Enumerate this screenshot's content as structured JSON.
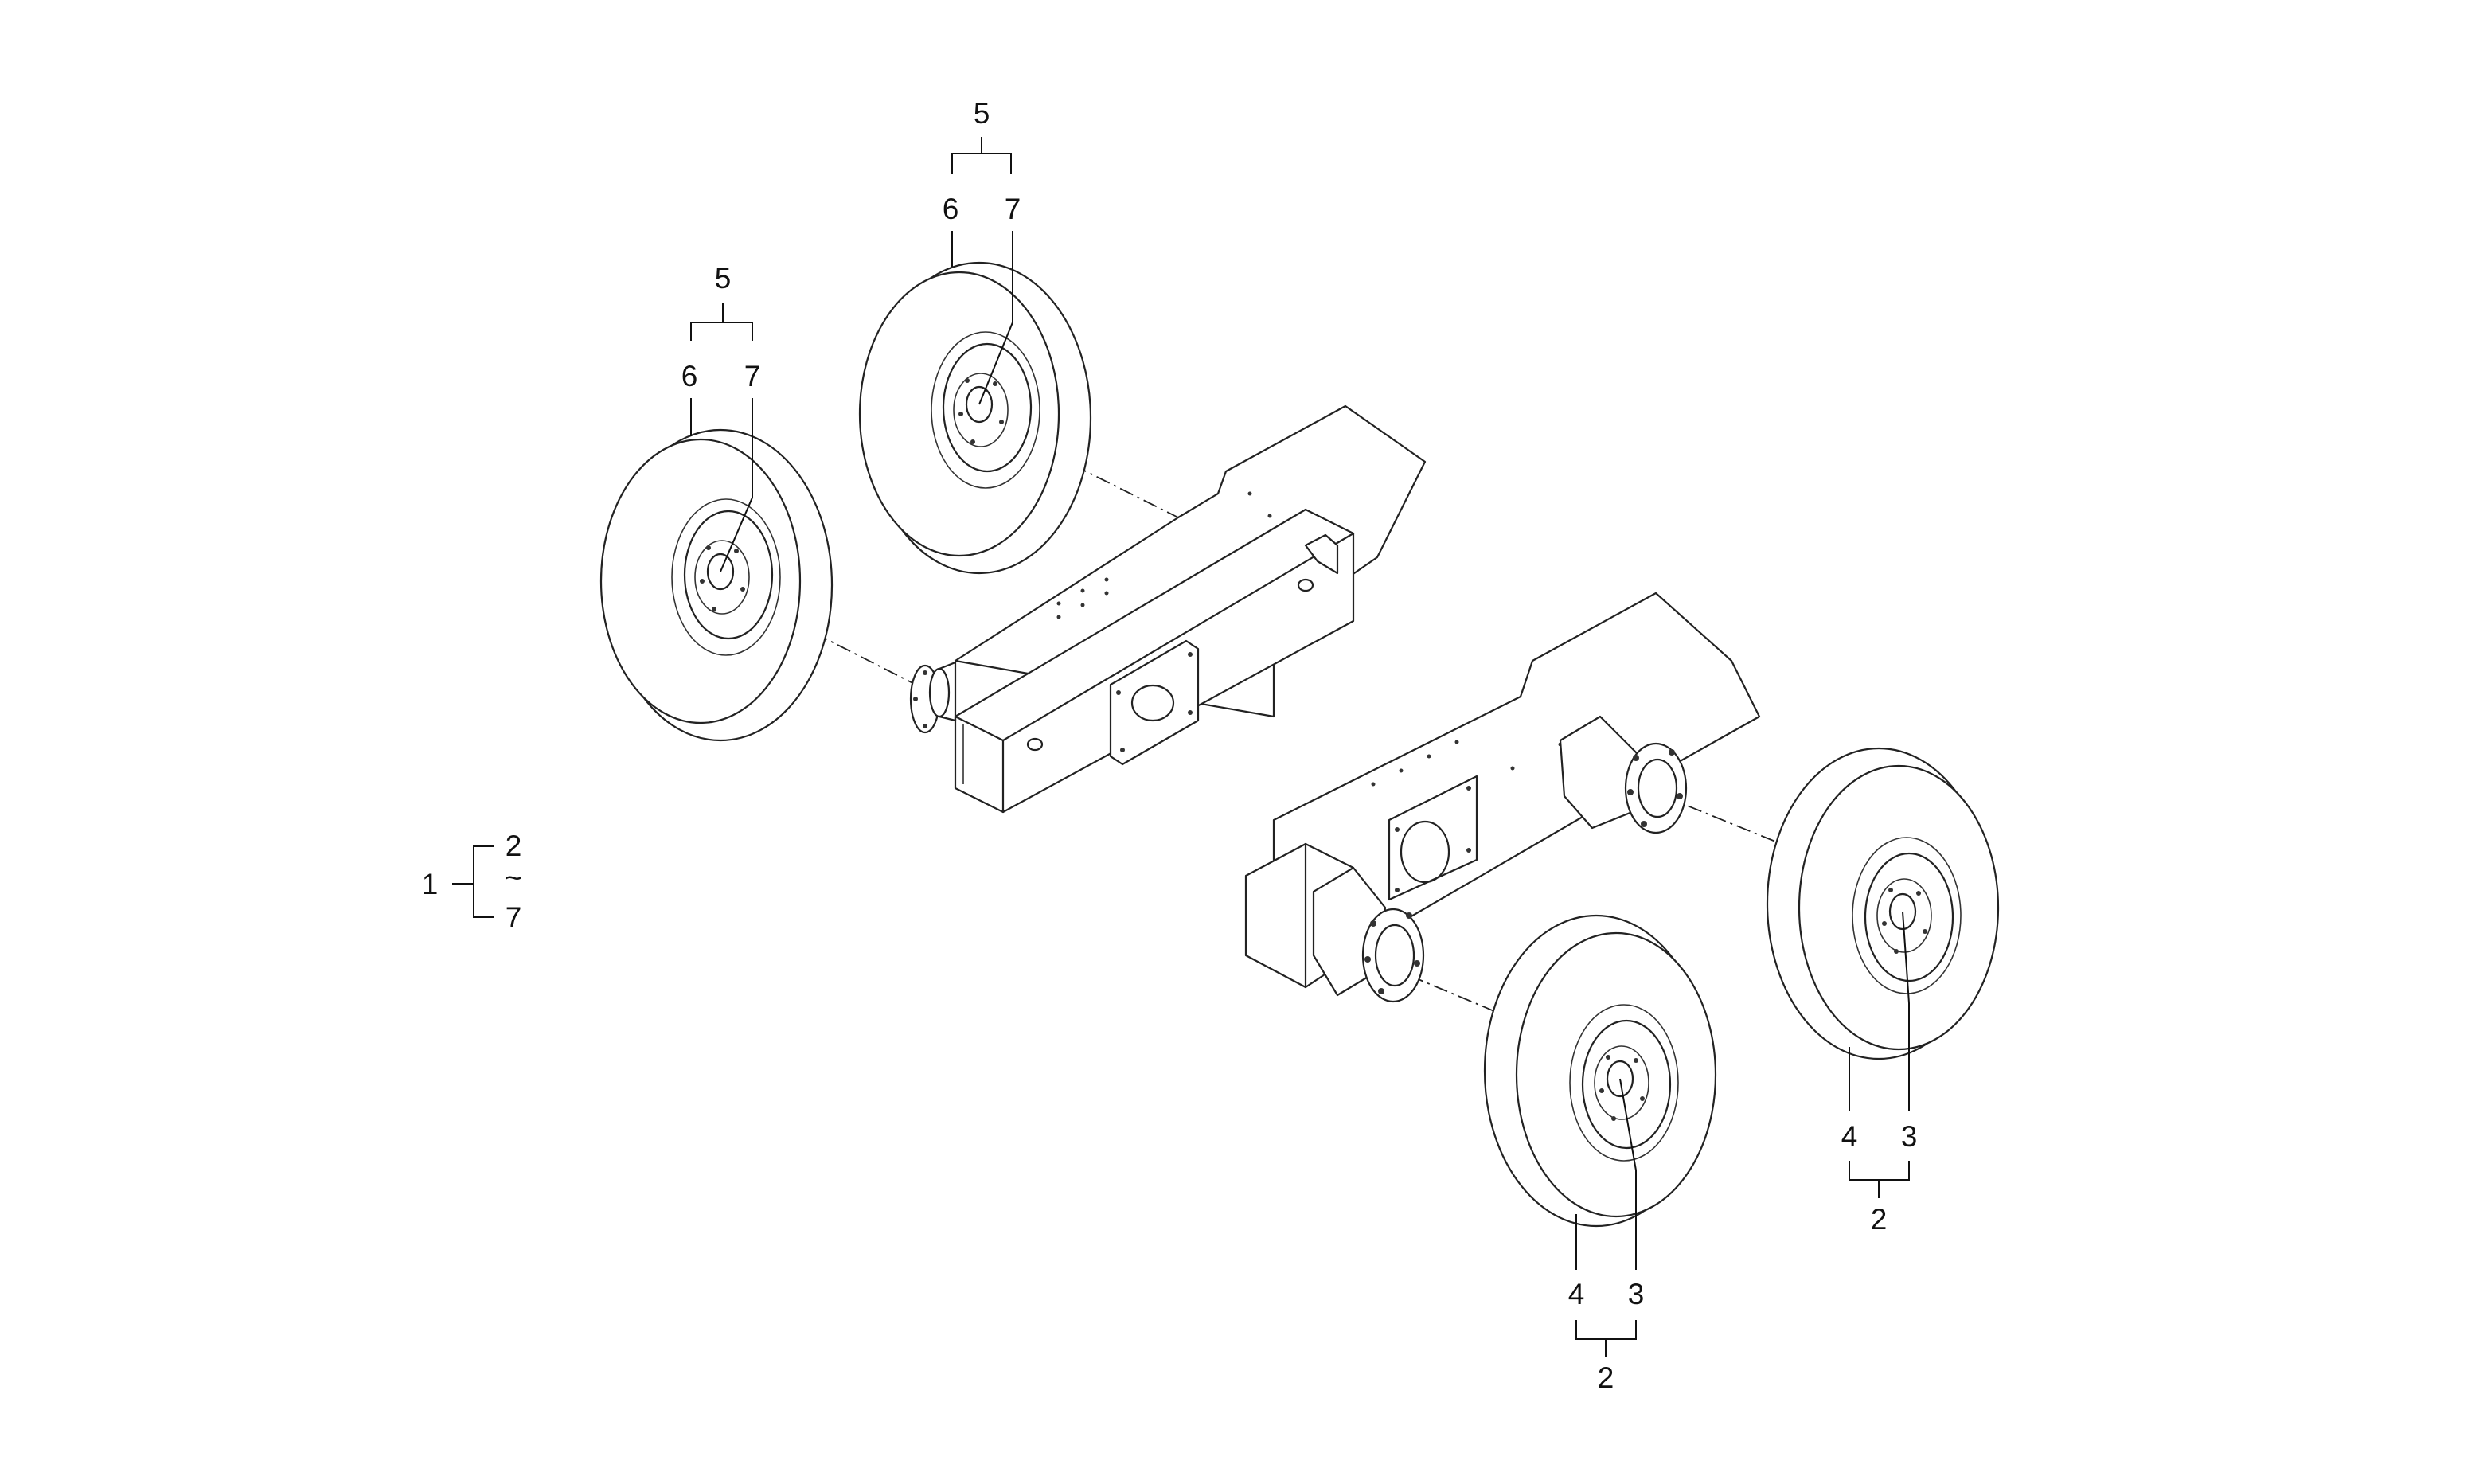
{
  "callouts": {
    "group_top_center": {
      "parent": "5",
      "left": "6",
      "right": "7"
    },
    "group_left_wheel": {
      "parent": "5",
      "left": "6",
      "right": "7"
    },
    "group_right_wheel": {
      "left": "4",
      "right": "3",
      "parent": "2"
    },
    "group_bottom_wheel": {
      "left": "4",
      "right": "3",
      "parent": "2"
    },
    "assembly_range": {
      "parent": "1",
      "from": "2",
      "tilde": "~",
      "to": "7"
    }
  },
  "icons": {
    "tire": "tire-wheel-icon",
    "hub": "wheel-hub-icon",
    "axle_frame": "axle-frame-icon"
  },
  "colors": {
    "line": "#222222",
    "background": "#ffffff",
    "text": "#111111"
  }
}
